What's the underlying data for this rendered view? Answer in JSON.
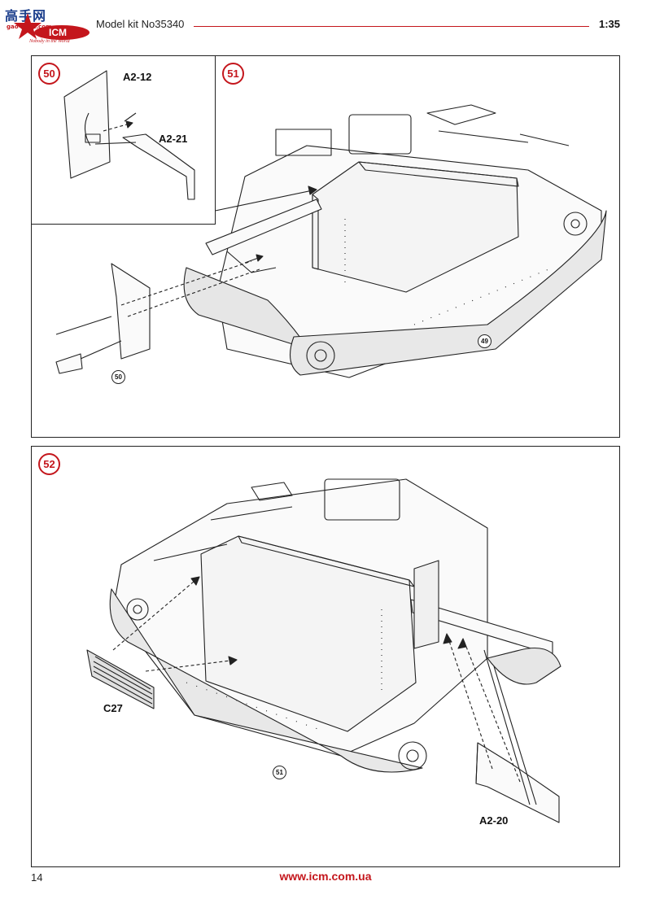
{
  "header": {
    "logo_cn": "高手网",
    "logo_url": "gao-shou.com",
    "logo_brand": "ICM",
    "logo_tagline": "Nobody in the World",
    "model_kit": "Model kit No35340",
    "scale": "1:35"
  },
  "panels": {
    "step50": {
      "number": "50",
      "parts": [
        "A2-12",
        "A2-21"
      ]
    },
    "step51": {
      "number": "51",
      "refs": [
        "50",
        "49"
      ]
    },
    "step52": {
      "number": "52",
      "parts": [
        "C27",
        "A2-20"
      ],
      "refs": [
        "51"
      ]
    }
  },
  "footer": {
    "page_number": "14",
    "website": "www.icm.com.ua"
  },
  "colors": {
    "accent": "#c4161c",
    "line": "#222222"
  }
}
